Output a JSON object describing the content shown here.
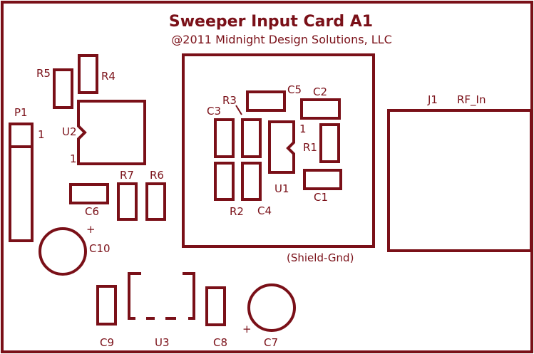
{
  "title": "Sweeper Input Card A1",
  "copyright": "@2011 Midnight Design Solutions, LLC",
  "colors": {
    "trace": "#7a1018",
    "background": "#ffffff"
  },
  "labels": {
    "P1": "P1",
    "P1_pin": "1",
    "R5": "R5",
    "R4": "R4",
    "U2": "U2",
    "U2_pin": "1",
    "R7": "R7",
    "R6": "R6",
    "C6": "C6",
    "C10": "C10",
    "C10_plus": "+",
    "R3": "R3",
    "C5": "C5",
    "C2": "C2",
    "C3": "C3",
    "U1_pin": "1",
    "R1": "R1",
    "U1": "U1",
    "C1": "C1",
    "R2": "R2",
    "C4": "C4",
    "shield": "(Shield-Gnd)",
    "J1": "J1",
    "RF_In": "RF_In",
    "C9": "C9",
    "U3": "U3",
    "C8": "C8",
    "C7": "C7",
    "C7_plus": "+"
  }
}
